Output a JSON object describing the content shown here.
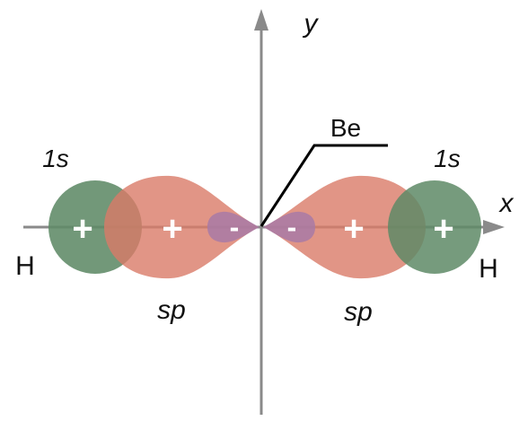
{
  "diagram": {
    "axes": {
      "x_label": "x",
      "y_label": "y"
    },
    "central_atom": {
      "label": "Be"
    },
    "hydrogen_left": {
      "label": "H",
      "orbital": "1s"
    },
    "hydrogen_right": {
      "label": "H",
      "orbital": "1s"
    },
    "hybrid_left": {
      "label": "sp"
    },
    "hybrid_right": {
      "label": "sp"
    },
    "signs": {
      "h1s_left": "+",
      "sp_left_large": "+",
      "sp_left_small": "-",
      "sp_right_small": "-",
      "sp_right_large": "+",
      "h1s_right": "+"
    },
    "colors": {
      "hydrogen_1s": "#5e8a66",
      "sp_large_lobe": "#d97a68",
      "sp_small_lobe": "#a87aa6",
      "axis": "#8a8a8a",
      "leader_line": "#000000"
    }
  }
}
